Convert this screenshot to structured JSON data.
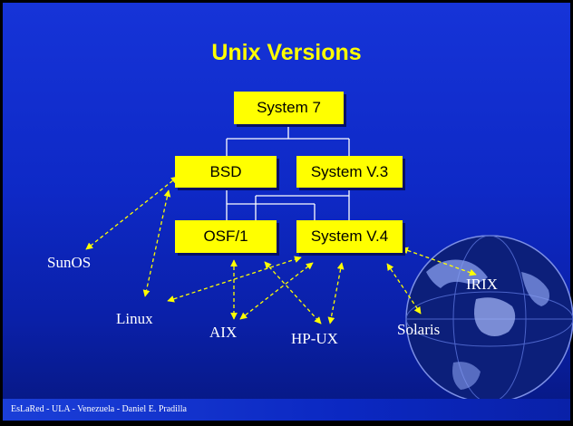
{
  "title": "Unix Versions",
  "nodes": {
    "system7": "System 7",
    "bsd": "BSD",
    "systemv3": "System V.3",
    "osf1": "OSF/1",
    "systemv4": "System V.4"
  },
  "variants": {
    "sunos": "SunOS",
    "linux": "Linux",
    "aix": "AIX",
    "hpux": "HP-UX",
    "solaris": "Solaris",
    "irix": "IRIX"
  },
  "footer": "EsLaRed - ULA - Venezuela - Daniel E. Pradilla",
  "colors": {
    "background": "#0e29c6",
    "box": "#ffff00",
    "title": "#ffff00",
    "label": "#ffffff",
    "lines": "#ffffff",
    "arrows": "#ffff00"
  }
}
